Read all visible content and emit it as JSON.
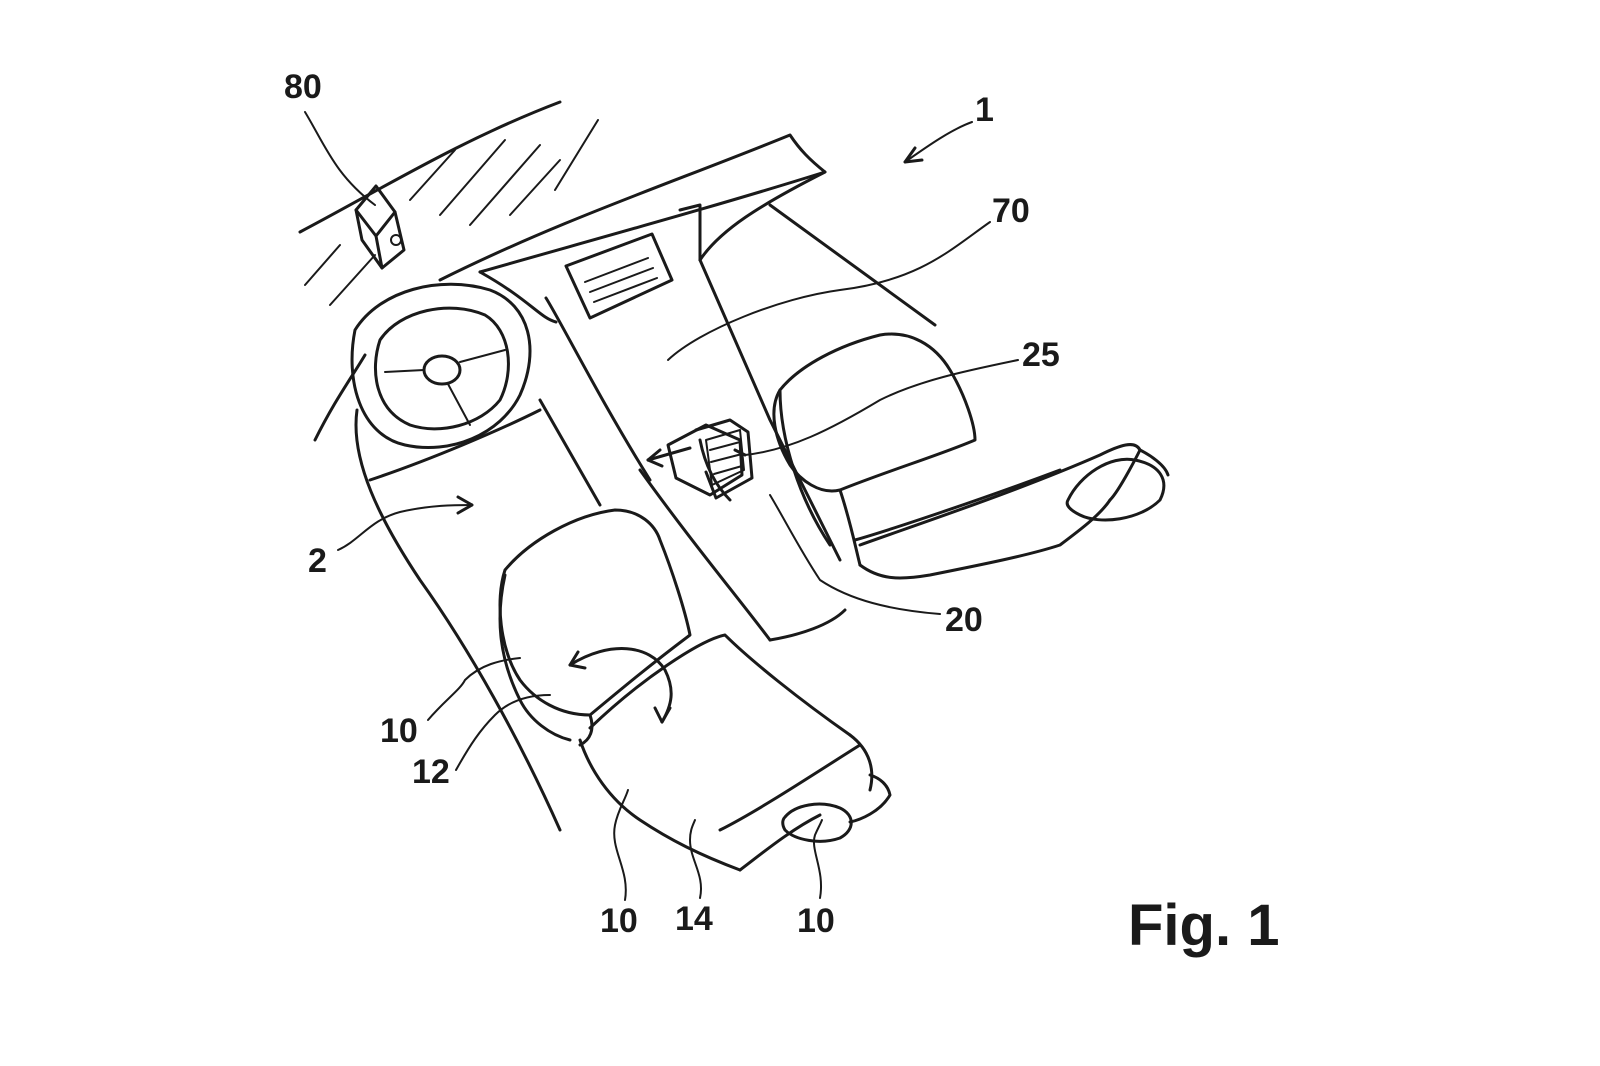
{
  "figure": {
    "caption": "Fig. 1",
    "reference_numerals": {
      "r80": "80",
      "r1": "1",
      "r70": "70",
      "r25": "25",
      "r2": "2",
      "r20": "20",
      "r10_upper": "10",
      "r12": "12",
      "r10_bottom_left": "10",
      "r14": "14",
      "r10_bottom_right": "10"
    }
  }
}
